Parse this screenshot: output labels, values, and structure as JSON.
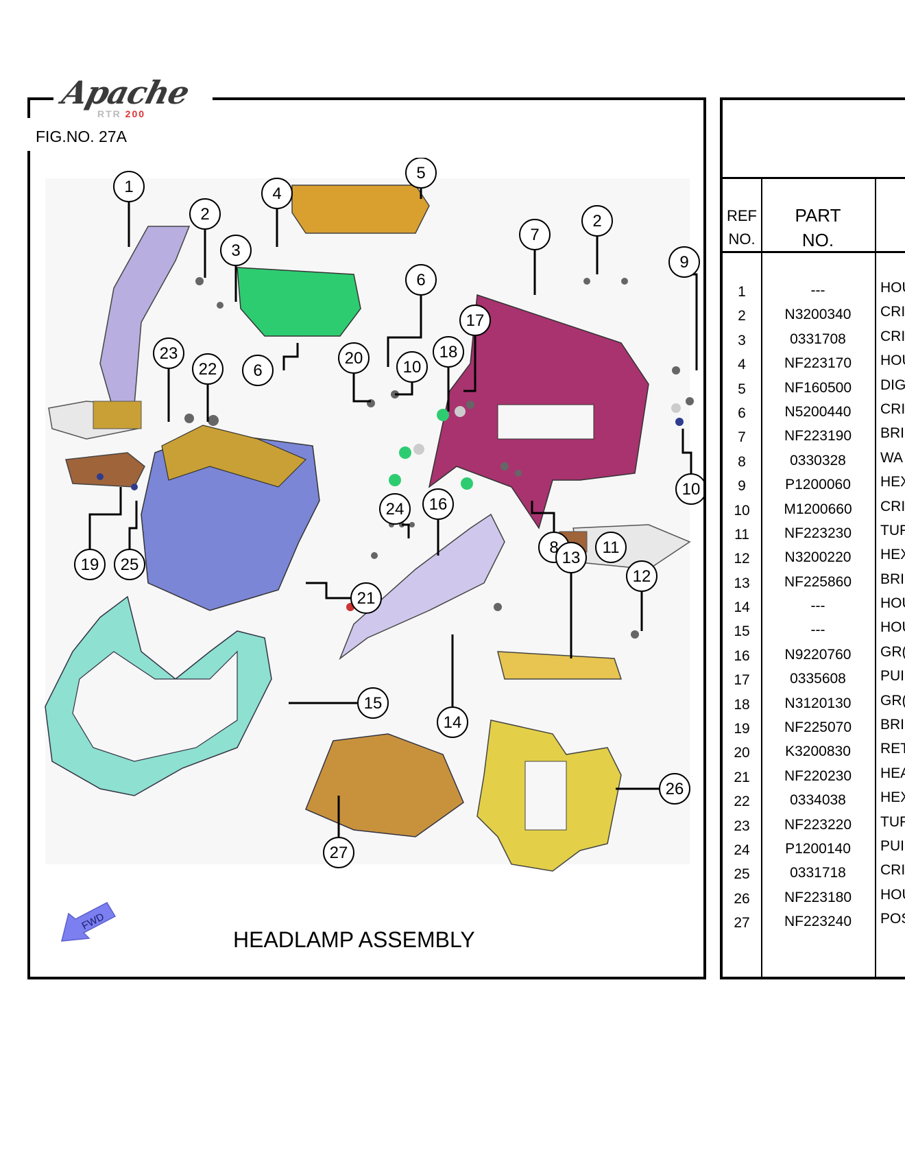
{
  "header": {
    "brand": "Apache",
    "model_sub": "RTR",
    "model_num": "200",
    "fig_no": "FIG.NO. 27A"
  },
  "diagram": {
    "title": "HEADLAMP ASSEMBLY",
    "fwd_label": "FWD",
    "callouts": [
      "1",
      "2",
      "3",
      "4",
      "5",
      "2",
      "7",
      "9",
      "6",
      "17",
      "6",
      "20",
      "10",
      "18",
      "23",
      "22",
      "10",
      "19",
      "25",
      "24",
      "16",
      "8",
      "11",
      "13",
      "12",
      "21",
      "15",
      "14",
      "26",
      "27"
    ]
  },
  "table": {
    "col_ref": [
      "REF",
      "NO."
    ],
    "col_part": [
      "PART",
      "NO."
    ],
    "rows": [
      {
        "ref": "1",
        "part": "---",
        "desc": "HOU"
      },
      {
        "ref": "2",
        "part": "N3200340",
        "desc": "CRI"
      },
      {
        "ref": "3",
        "part": "0331708",
        "desc": "CRI"
      },
      {
        "ref": "4",
        "part": "NF223170",
        "desc": "HOU"
      },
      {
        "ref": "5",
        "part": "NF160500",
        "desc": "DIG"
      },
      {
        "ref": "6",
        "part": "N5200440",
        "desc": "CRI"
      },
      {
        "ref": "7",
        "part": "NF223190",
        "desc": "BRI"
      },
      {
        "ref": "8",
        "part": "0330328",
        "desc": "WA"
      },
      {
        "ref": "9",
        "part": "P1200060",
        "desc": "HEX"
      },
      {
        "ref": "10",
        "part": "M1200660",
        "desc": "CRI"
      },
      {
        "ref": "11",
        "part": "NF223230",
        "desc": "TUF"
      },
      {
        "ref": "12",
        "part": "N3200220",
        "desc": "HEX"
      },
      {
        "ref": "13",
        "part": "NF225860",
        "desc": "BRI"
      },
      {
        "ref": "14",
        "part": "---",
        "desc": "HOU"
      },
      {
        "ref": "15",
        "part": "---",
        "desc": "HOU"
      },
      {
        "ref": "16",
        "part": "N9220760",
        "desc": "GR("
      },
      {
        "ref": "17",
        "part": "0335608",
        "desc": "PUI"
      },
      {
        "ref": "18",
        "part": "N3120130",
        "desc": "GR("
      },
      {
        "ref": "19",
        "part": "NF225070",
        "desc": "BRI"
      },
      {
        "ref": "20",
        "part": "K3200830",
        "desc": "RET"
      },
      {
        "ref": "21",
        "part": "NF220230",
        "desc": "HEA"
      },
      {
        "ref": "22",
        "part": "0334038",
        "desc": "HEX"
      },
      {
        "ref": "23",
        "part": "NF223220",
        "desc": "TUF"
      },
      {
        "ref": "24",
        "part": "P1200140",
        "desc": "PUI"
      },
      {
        "ref": "25",
        "part": "0331718",
        "desc": "CRI"
      },
      {
        "ref": "26",
        "part": "NF223180",
        "desc": "HOU"
      },
      {
        "ref": "27",
        "part": "NF223240",
        "desc": "POS"
      }
    ]
  },
  "colors": {
    "part1": "#b8aee0",
    "part4": "#2ecc71",
    "part5": "#d9a030",
    "part7": "#a8336f",
    "part15": "#8ee0d0",
    "part21": "#7b86d6",
    "part21_shroud": "#c9a035",
    "part27": "#c8923d",
    "part26": "#e3d048",
    "part13": "#e8c550",
    "part14": "#cfc8ec",
    "fwd_arrow": "#7b7ff0"
  }
}
